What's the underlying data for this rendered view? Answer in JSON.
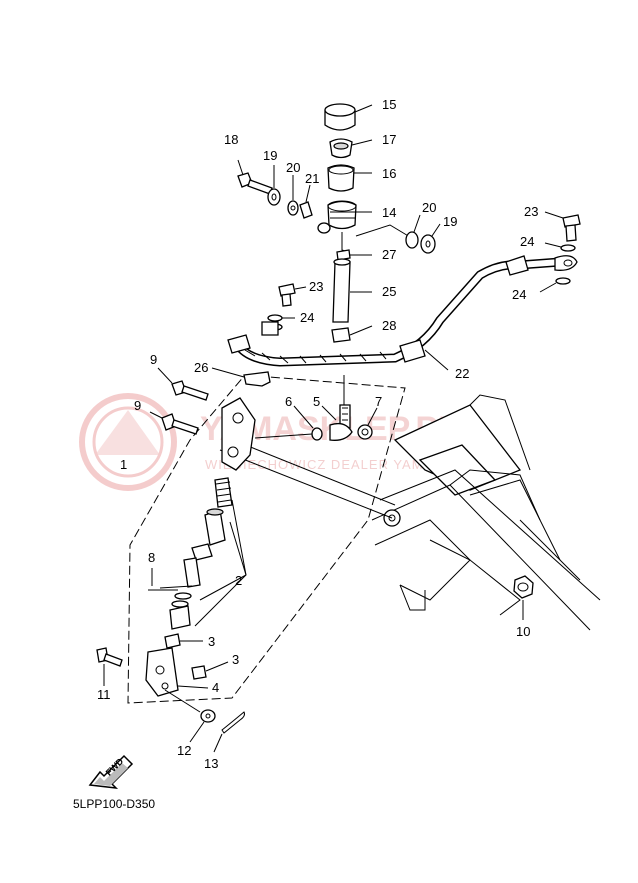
{
  "diagram_code": "5LPP100-D350",
  "fwd_label": "FWD",
  "watermark": {
    "brand": "YAMASKLEP.PL",
    "tagline": "WIECIECHOWICZ DEALER YAMAHA"
  },
  "callouts": [
    {
      "id": "c1",
      "text": "1"
    },
    {
      "id": "c2",
      "text": "2"
    },
    {
      "id": "c3a",
      "text": "3"
    },
    {
      "id": "c3b",
      "text": "3"
    },
    {
      "id": "c4",
      "text": "4"
    },
    {
      "id": "c5",
      "text": "5"
    },
    {
      "id": "c6",
      "text": "6"
    },
    {
      "id": "c7",
      "text": "7"
    },
    {
      "id": "c8",
      "text": "8"
    },
    {
      "id": "c9a",
      "text": "9"
    },
    {
      "id": "c9b",
      "text": "9"
    },
    {
      "id": "c10",
      "text": "10"
    },
    {
      "id": "c11",
      "text": "11"
    },
    {
      "id": "c12",
      "text": "12"
    },
    {
      "id": "c13",
      "text": "13"
    },
    {
      "id": "c14",
      "text": "14"
    },
    {
      "id": "c15",
      "text": "15"
    },
    {
      "id": "c16",
      "text": "16"
    },
    {
      "id": "c17",
      "text": "17"
    },
    {
      "id": "c18",
      "text": "18"
    },
    {
      "id": "c19a",
      "text": "19"
    },
    {
      "id": "c19b",
      "text": "19"
    },
    {
      "id": "c20a",
      "text": "20"
    },
    {
      "id": "c20b",
      "text": "20"
    },
    {
      "id": "c21",
      "text": "21"
    },
    {
      "id": "c22",
      "text": "22"
    },
    {
      "id": "c23a",
      "text": "23"
    },
    {
      "id": "c23b",
      "text": "23"
    },
    {
      "id": "c24a",
      "text": "24"
    },
    {
      "id": "c24b",
      "text": "24"
    },
    {
      "id": "c24c",
      "text": "24"
    },
    {
      "id": "c25",
      "text": "25"
    },
    {
      "id": "c26",
      "text": "26"
    },
    {
      "id": "c27",
      "text": "27"
    },
    {
      "id": "c28",
      "text": "28"
    }
  ]
}
